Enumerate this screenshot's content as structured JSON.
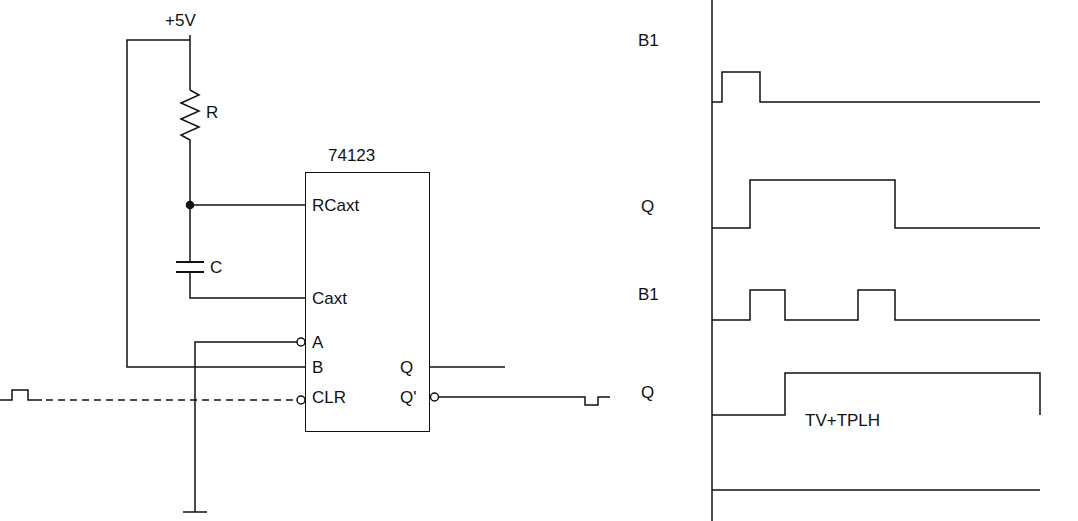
{
  "diagram": {
    "nodes": [
      {
        "text": [
          "74123"
        ]
      }
    ],
    "labels": [
      "+5V",
      "R",
      "RCaxt",
      "C",
      "Caxt",
      "A",
      "B",
      "CLR",
      "Q",
      "Q'",
      "B1",
      "Q",
      "B1",
      "Q",
      "TV+TPLH"
    ]
  }
}
